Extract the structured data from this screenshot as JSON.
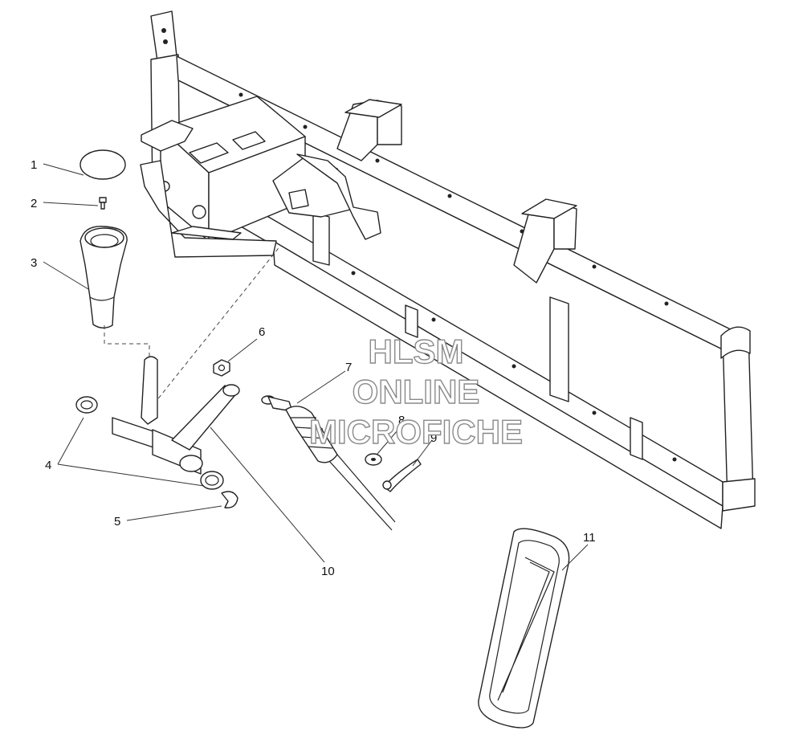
{
  "diagram": {
    "callouts": [
      "1",
      "2",
      "3",
      "4",
      "5",
      "6",
      "7",
      "8",
      "9",
      "10",
      "11"
    ]
  },
  "watermark": {
    "line1": "HLSM",
    "line2": "ONLINE",
    "line3": "MICROFICHE"
  }
}
